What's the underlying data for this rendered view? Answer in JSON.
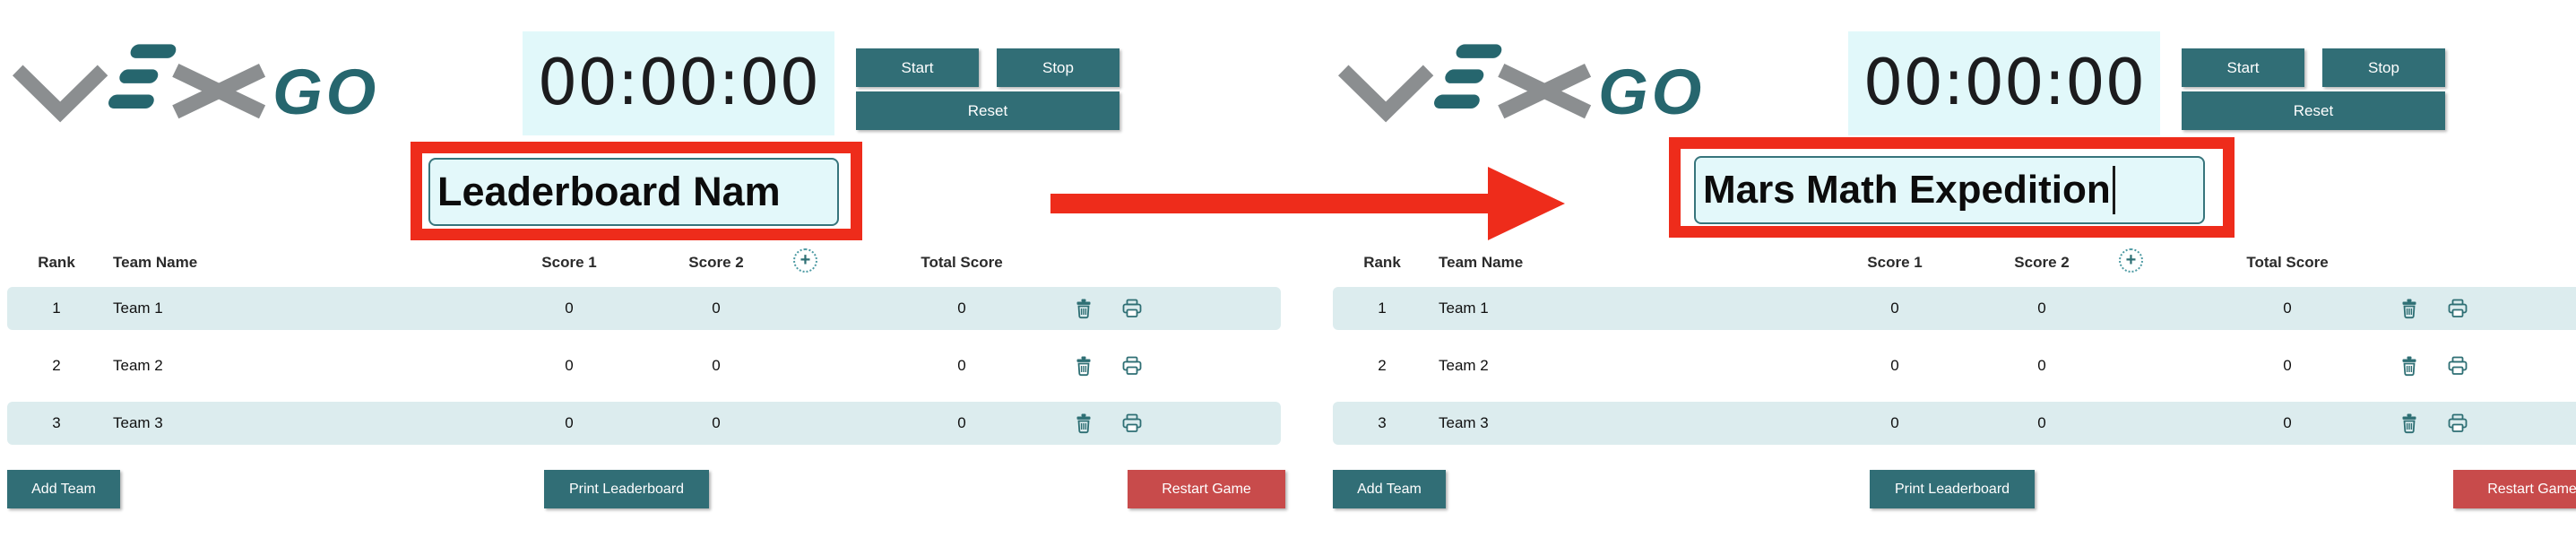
{
  "colors": {
    "teal": "#316e76",
    "timer_bg": "#e1f8fa",
    "input_bg": "#e3f8fa",
    "row_bg": "#dcecee",
    "annotation_red": "#ee2c1b",
    "restart_red": "#c84b4b",
    "logo_gray": "#8b8e90",
    "logo_teal": "#26666e"
  },
  "annotations": {
    "arrow": "red-arrow-pointing-right",
    "highlight_boxes": "red-rectangles-around-leaderboard-name-inputs"
  },
  "icons": {
    "add_column": "plus-circle-icon",
    "delete_row": "trash-icon",
    "print_row": "printer-icon"
  },
  "panels": {
    "left": {
      "logo": {
        "brand": "VEX",
        "go": "GO"
      },
      "timer": {
        "value": "00:00:00"
      },
      "timer_buttons": {
        "start": "Start",
        "stop": "Stop",
        "reset": "Reset"
      },
      "name_input": {
        "value": "Leaderboard Nam"
      },
      "table": {
        "headers": {
          "rank": "Rank",
          "team": "Team Name",
          "score1": "Score 1",
          "score2": "Score 2",
          "add_score": "+",
          "total": "Total Score"
        },
        "rows": [
          {
            "rank": "1",
            "team": "Team 1",
            "score1": "0",
            "score2": "0",
            "total": "0"
          },
          {
            "rank": "2",
            "team": "Team 2",
            "score1": "0",
            "score2": "0",
            "total": "0"
          },
          {
            "rank": "3",
            "team": "Team 3",
            "score1": "0",
            "score2": "0",
            "total": "0"
          }
        ]
      },
      "footer": {
        "add_team": "Add Team",
        "print_leaderboard": "Print Leaderboard",
        "restart_game": "Restart Game"
      }
    },
    "right": {
      "logo": {
        "brand": "VEX",
        "go": "GO"
      },
      "timer": {
        "value": "00:00:00"
      },
      "timer_buttons": {
        "start": "Start",
        "stop": "Stop",
        "reset": "Reset"
      },
      "name_input": {
        "value": "Mars Math Expedition"
      },
      "table": {
        "headers": {
          "rank": "Rank",
          "team": "Team Name",
          "score1": "Score 1",
          "score2": "Score 2",
          "add_score": "+",
          "total": "Total Score"
        },
        "rows": [
          {
            "rank": "1",
            "team": "Team 1",
            "score1": "0",
            "score2": "0",
            "total": "0"
          },
          {
            "rank": "2",
            "team": "Team 2",
            "score1": "0",
            "score2": "0",
            "total": "0"
          },
          {
            "rank": "3",
            "team": "Team 3",
            "score1": "0",
            "score2": "0",
            "total": "0"
          }
        ]
      },
      "footer": {
        "add_team": "Add Team",
        "print_leaderboard": "Print Leaderboard",
        "restart_game": "Restart Game"
      }
    }
  }
}
